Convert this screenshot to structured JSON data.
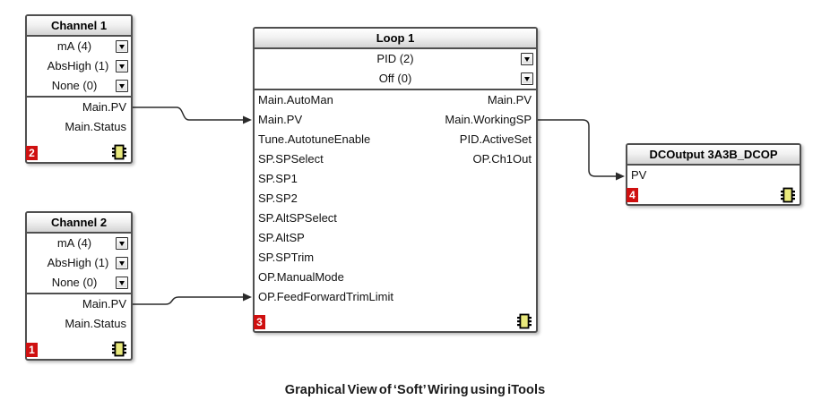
{
  "caption": "Graphical View of ‘Soft’ Wiring using iTools",
  "colors": {
    "wire": "#2b2b2b",
    "badge_red": "#cf1010",
    "chip_yellow": "#e9e97c",
    "block_border": "#4f4f4f"
  },
  "blocks": {
    "channel1": {
      "title": "Channel 1",
      "badge": "2",
      "dropdowns": [
        "mA (4)",
        "AbsHigh (1)",
        "None (0)"
      ],
      "outputs": [
        "Main.PV",
        "Main.Status"
      ]
    },
    "channel2": {
      "title": "Channel 2",
      "badge": "1",
      "dropdowns": [
        "mA (4)",
        "AbsHigh (1)",
        "None (0)"
      ],
      "outputs": [
        "Main.PV",
        "Main.Status"
      ]
    },
    "loop1": {
      "title": "Loop 1",
      "badge": "3",
      "dropdowns": [
        "PID (2)",
        "Off (0)"
      ],
      "inputs": [
        "Main.AutoMan",
        "Main.PV",
        "Tune.AutotuneEnable",
        "SP.SPSelect",
        "SP.SP1",
        "SP.SP2",
        "SP.AltSPSelect",
        "SP.AltSP",
        "SP.SPTrim",
        "OP.ManualMode",
        "OP.FeedForwardTrimLimit"
      ],
      "outputs": [
        "Main.PV",
        "Main.WorkingSP",
        "PID.ActiveSet",
        "OP.Ch1Out"
      ]
    },
    "dcoutput": {
      "title": "DCOutput 3A3B_DCOP",
      "badge": "4",
      "inputs": [
        "PV"
      ]
    }
  },
  "wires": [
    {
      "from": "Channel 1 Main.PV",
      "to": "Loop 1 Main.PV"
    },
    {
      "from": "Channel 2 Main.PV",
      "to": "Loop 1 OP.FeedForwardTrimLimit"
    },
    {
      "from": "Loop 1 Main.WorkingSP",
      "to": "DCOutput 3A3B_DCOP PV"
    }
  ]
}
